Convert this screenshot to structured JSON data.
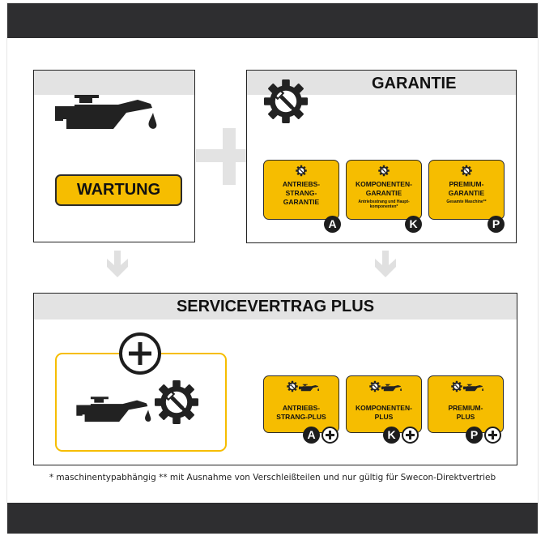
{
  "colors": {
    "accent": "#f6bd00",
    "dark": "#2e2e30",
    "band": "#e3e3e3"
  },
  "wartung": {
    "label": "WARTUNG",
    "icon": "oil-can-icon"
  },
  "garantie": {
    "title": "GARANTIE",
    "icon": "gear-wrench-icon",
    "cards": [
      {
        "title": "ANTRIEBS-\nSTRANG-\nGARANTIE",
        "sub": "",
        "badge": "A"
      },
      {
        "title": "KOMPONENTEN-\nGARANTIE",
        "sub": "Antriebsstrang und Haupt-\nkomponenten*",
        "badge": "K"
      },
      {
        "title": "PREMIUM-\nGARANTIE",
        "sub": "Gesamte Maschine**",
        "badge": "P"
      }
    ]
  },
  "connector_symbol": "plus-icon",
  "service": {
    "title": "SERVICEVERTRAG PLUS",
    "cards": [
      {
        "title": "ANTRIEBS-\nSTRANG-PLUS",
        "badge": "A"
      },
      {
        "title": "KOMPONENTEN-\nPLUS",
        "badge": "K"
      },
      {
        "title": "PREMIUM-\nPLUS",
        "badge": "P"
      }
    ]
  },
  "footnote": "* maschinentypabhängig ** mit Ausnahme von Verschleißteilen und nur gültig für Swecon-Direktvertrieb"
}
